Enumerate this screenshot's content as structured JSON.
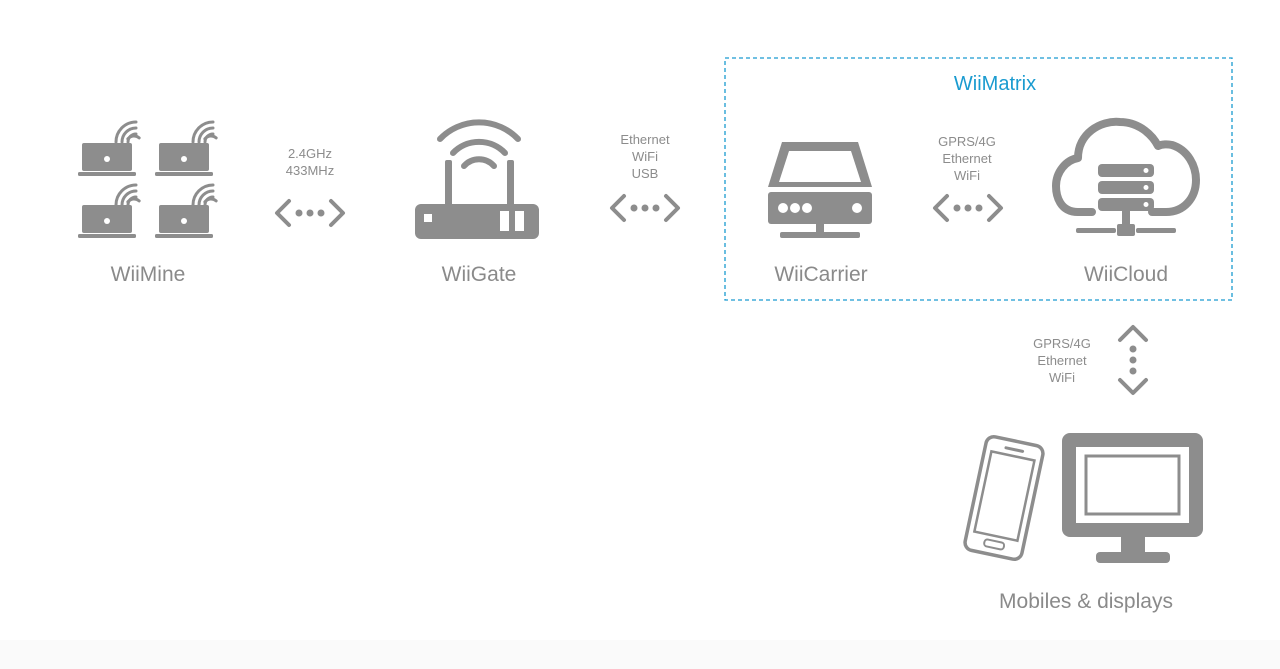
{
  "diagram": {
    "colors": {
      "icon": "#8d8d8d",
      "label": "#8a8a8a",
      "small_text": "#8c8c8c",
      "accent": "#1a9bd0",
      "background": "#ffffff"
    },
    "nodes": {
      "wiimine": {
        "label": "WiiMine",
        "icon": "laptops-with-wifi-icon"
      },
      "wiigate": {
        "label": "WiiGate",
        "icon": "router-icon"
      },
      "wiicarrier": {
        "label": "WiiCarrier",
        "icon": "server-box-icon"
      },
      "wiicloud": {
        "label": "WiiCloud",
        "icon": "cloud-server-icon"
      },
      "mobiles": {
        "label": "Mobiles & displays",
        "icon": "phone-and-monitor-icon"
      }
    },
    "group": {
      "label": "WiiMatrix"
    },
    "links": [
      {
        "id": "mine-gate",
        "lines": [
          "2.4GHz",
          "433MHz"
        ]
      },
      {
        "id": "gate-carrier",
        "lines": [
          "Ethernet",
          "WiFi",
          "USB"
        ]
      },
      {
        "id": "carrier-cloud",
        "lines": [
          "GPRS/4G",
          "Ethernet",
          "WiFi"
        ]
      },
      {
        "id": "cloud-mobiles",
        "lines": [
          "GPRS/4G",
          "Ethernet",
          "WiFi"
        ]
      }
    ]
  }
}
